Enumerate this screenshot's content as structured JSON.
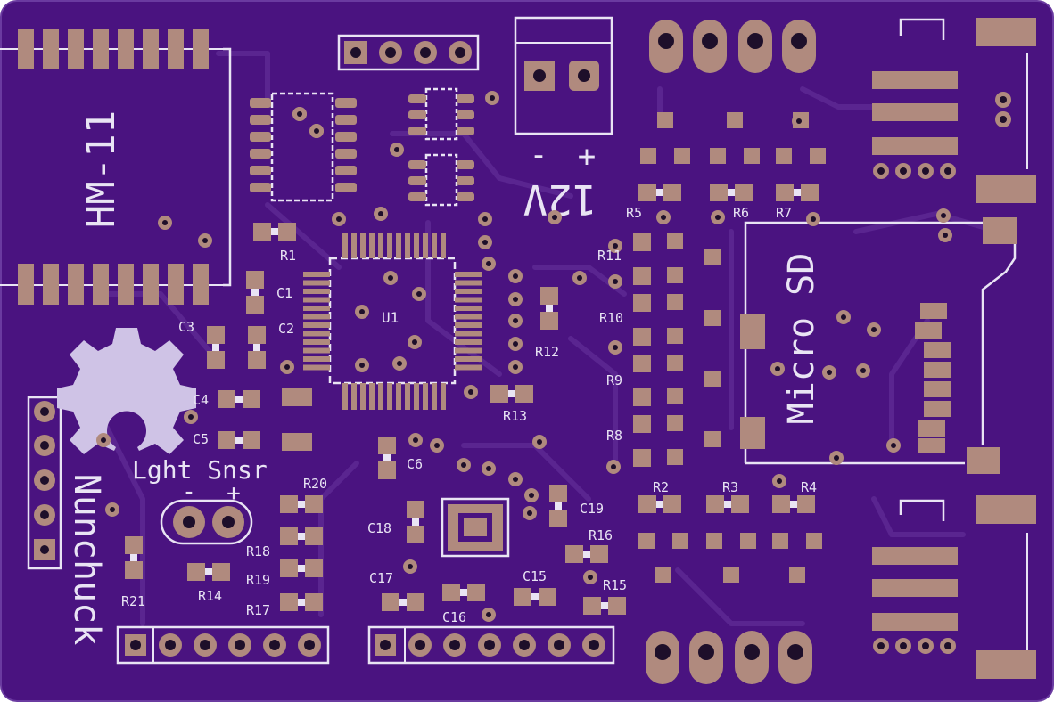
{
  "board": {
    "color": "#4a1380",
    "trace_color": "#5a2590",
    "pad_color": "#b08a7e",
    "silk_color": "#e9e4f4"
  },
  "labels": {
    "hm11": "HM-11",
    "twelve_v": "12V",
    "minus": "-",
    "plus": "+",
    "nunchuck": "Nunchuck",
    "light_sensor": "Lght Snsr",
    "ls_minus": "-",
    "ls_plus": "+",
    "micro_sd": "Micro SD",
    "u1": "U1"
  },
  "designators": {
    "R1": "R1",
    "R2": "R2",
    "R3": "R3",
    "R4": "R4",
    "R5": "R5",
    "R6": "R6",
    "R7": "R7",
    "R8": "R8",
    "R9": "R9",
    "R10": "R10",
    "R11": "R11",
    "R12": "R12",
    "R13": "R13",
    "R14": "R14",
    "R15": "R15",
    "R16": "R16",
    "R17": "R17",
    "R18": "R18",
    "R19": "R19",
    "R20": "R20",
    "R21": "R21",
    "C1": "C1",
    "C2": "C2",
    "C3": "C3",
    "C4": "C4",
    "C5": "C5",
    "C6": "C6",
    "C15": "C15",
    "C16": "C16",
    "C17": "C17",
    "C18": "C18",
    "C19": "C19"
  }
}
